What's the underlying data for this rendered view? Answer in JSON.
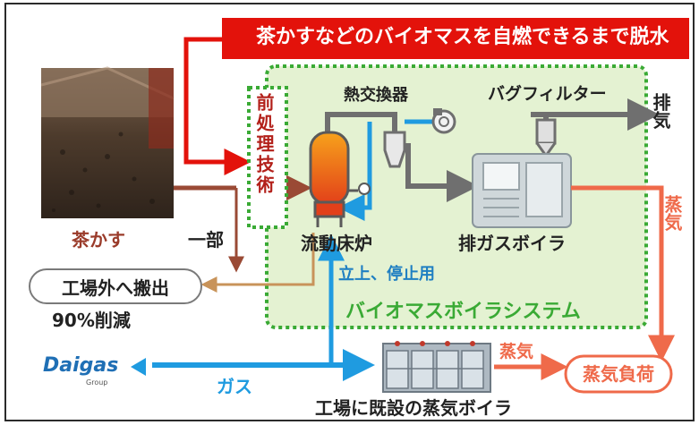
{
  "banner": {
    "text": "茶かすなどのバイオマスを自燃できるまで脱水"
  },
  "labels": {
    "tea_waste": "茶かす",
    "pretreatment": "前処理技術",
    "heat_exchanger": "熱交換器",
    "bag_filter": "バグフィルター",
    "exhaust": "排気",
    "fluidized_bed": "流動床炉",
    "exhaust_gas_boiler": "排ガスボイラ",
    "steam_right": "蒸気",
    "part": "一部",
    "offsite": "工場外へ搬出",
    "reduction": "90%削減",
    "startup": "立上、停止用",
    "biomass_system": "バイオマスボイラシステム",
    "gas": "ガス",
    "existing_boiler": "工場に既設の蒸気ボイラ",
    "steam_bottom": "蒸気",
    "steam_load": "蒸気負荷",
    "brand": "Daigas",
    "brand_sub": "Group"
  },
  "colors": {
    "red": "#e3120b",
    "brown": "#9a4a35",
    "blue": "#1f9be0",
    "orange": "#ef6a4a",
    "green_dash": "#3aaa35",
    "system_fill": "#e4f2d2",
    "gray_pipe": "#6f6f6f",
    "tan": "#c8935a"
  },
  "icons": [
    "tea-waste-photo",
    "furnace-icon",
    "cyclone-icon",
    "blower-fan-icon",
    "bag-filter-icon",
    "exhaust-boiler-icon",
    "existing-boiler-icon",
    "daigas-logo"
  ]
}
